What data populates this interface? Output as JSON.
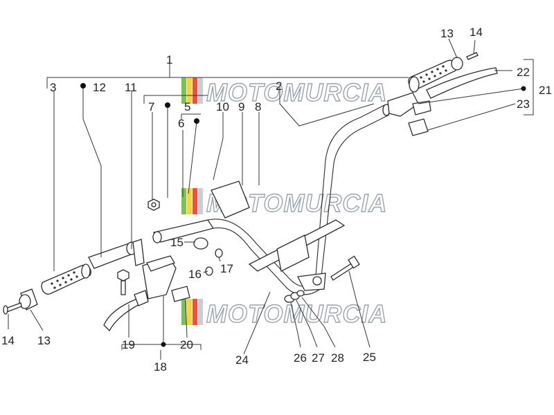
{
  "watermark": {
    "text": "MOTOMURCIA",
    "colors": [
      "#7fbf5a",
      "#f2d34a",
      "#e0564a",
      "#c9ced4"
    ]
  },
  "callouts": {
    "c1": "1",
    "c2": "2",
    "c3": "3",
    "c5": "5",
    "c6": "6",
    "c7": "7",
    "c8": "8",
    "c9": "9",
    "c10": "10",
    "c11": "11",
    "c12": "12",
    "c13a": "13",
    "c13b": "13",
    "c14a": "14",
    "c14b": "14",
    "c15": "15",
    "c16": "16",
    "c17": "17",
    "c18": "18",
    "c19": "19",
    "c20": "20",
    "c21": "21",
    "c22": "22",
    "c23": "23",
    "c24": "24",
    "c25": "25",
    "c26": "26",
    "c27": "27",
    "c28": "28"
  }
}
